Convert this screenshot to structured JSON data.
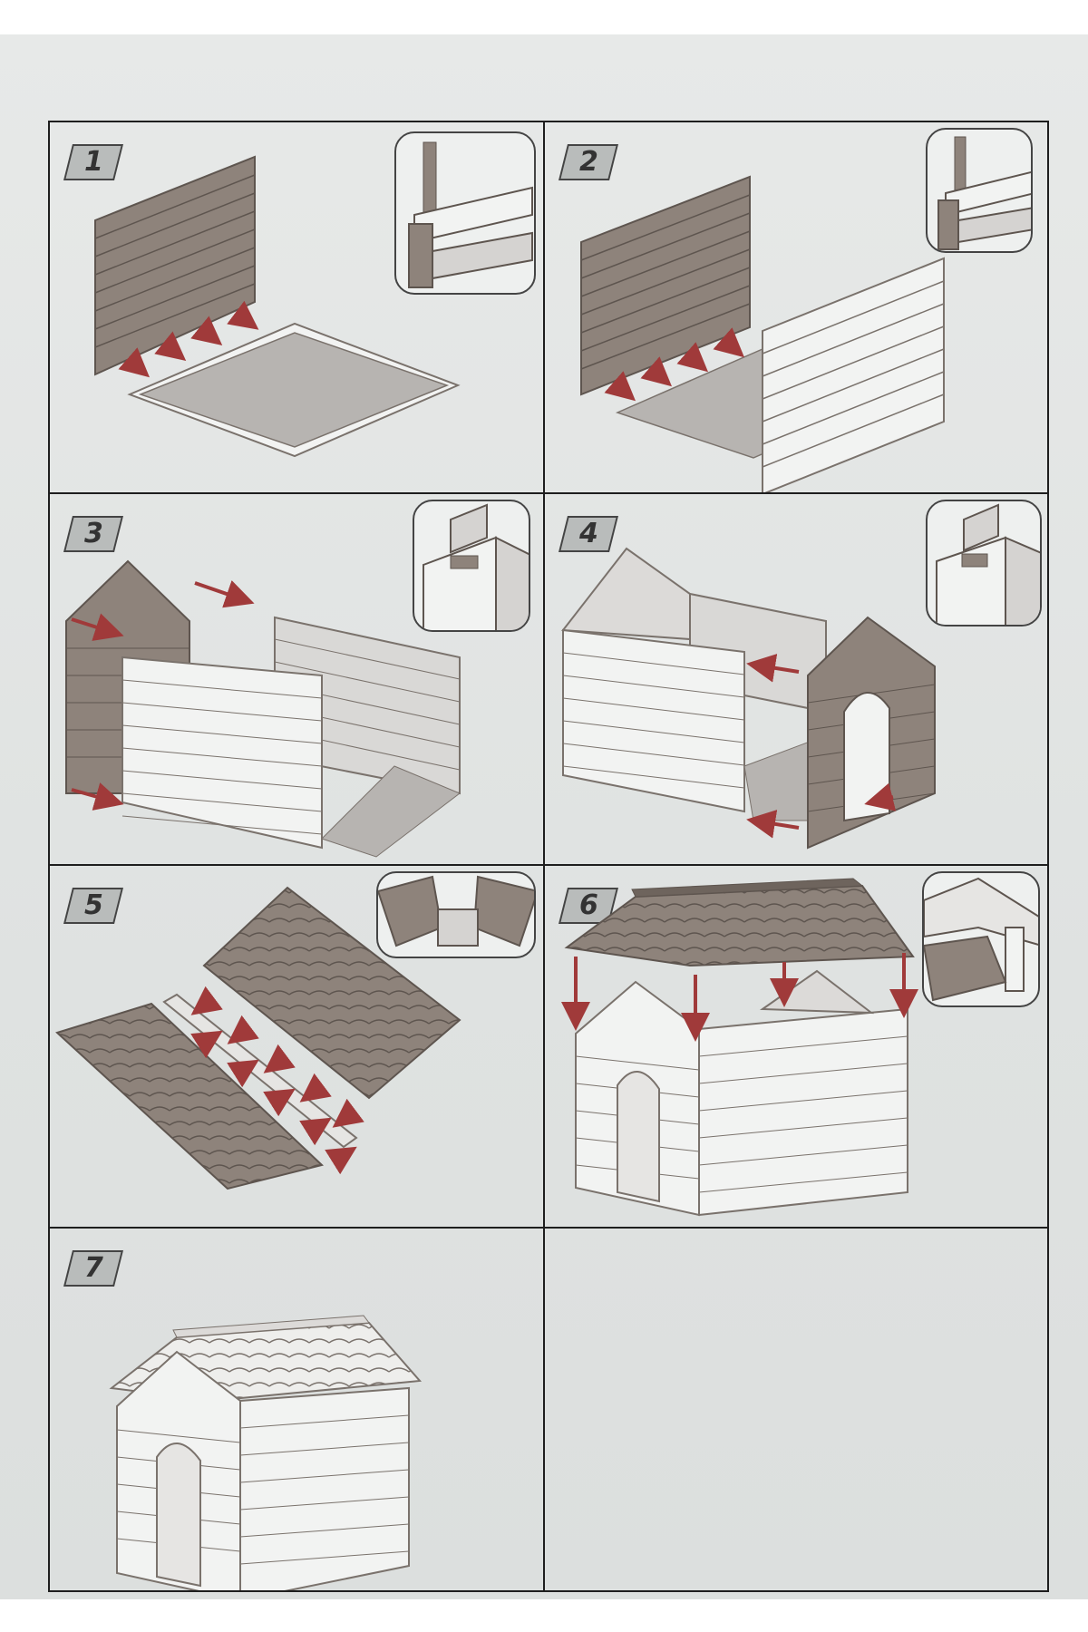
{
  "steps": [
    {
      "number": "1"
    },
    {
      "number": "2"
    },
    {
      "number": "3"
    },
    {
      "number": "4"
    },
    {
      "number": "5"
    },
    {
      "number": "6"
    },
    {
      "number": "7"
    }
  ],
  "colors": {
    "dark_panel": "#8e837b",
    "light_panel": "#f2f3f2",
    "outline": "#7a726c",
    "arrow": "#a03a3a",
    "page": "#e3e5e4",
    "floor": "#b7b4b1"
  }
}
